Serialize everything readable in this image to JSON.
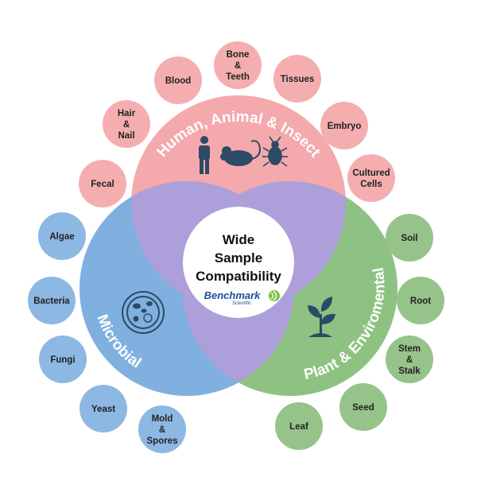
{
  "center": {
    "lines": [
      "Wide",
      "Sample",
      "Compatibility"
    ],
    "logo": "Benchmark",
    "logo_sub": "Scientific"
  },
  "groups": [
    {
      "name": "Human, Animal & Insect",
      "color": "#f4a9ac",
      "bubble_color": "#f5aeb0",
      "icons": [
        "person-icon",
        "mouse-icon",
        "insect-icon"
      ],
      "items": [
        [
          "Fecal"
        ],
        [
          "Hair",
          "&",
          "Nail"
        ],
        [
          "Blood"
        ],
        [
          "Bone",
          "&",
          "Teeth"
        ],
        [
          "Tissues"
        ],
        [
          "Embryo"
        ],
        [
          "Cultured",
          "Cells"
        ]
      ]
    },
    {
      "name": "Microbial",
      "color": "#7fb0df",
      "bubble_color": "#8db8e3",
      "icons": [
        "petri-dish-icon"
      ],
      "items": [
        [
          "Algae"
        ],
        [
          "Bacteria"
        ],
        [
          "Fungi"
        ],
        [
          "Yeast"
        ],
        [
          "Mold",
          "&",
          "Spores"
        ]
      ]
    },
    {
      "name": "Plant & Enviromental",
      "color": "#8ec282",
      "bubble_color": "#96c389",
      "icons": [
        "plant-icon"
      ],
      "items": [
        [
          "Soil"
        ],
        [
          "Root"
        ],
        [
          "Stem",
          "&",
          "Stalk"
        ],
        [
          "Seed"
        ],
        [
          "Leaf"
        ]
      ]
    }
  ],
  "overlap_color": "#ad9fd9",
  "center_color": "#ffffff"
}
